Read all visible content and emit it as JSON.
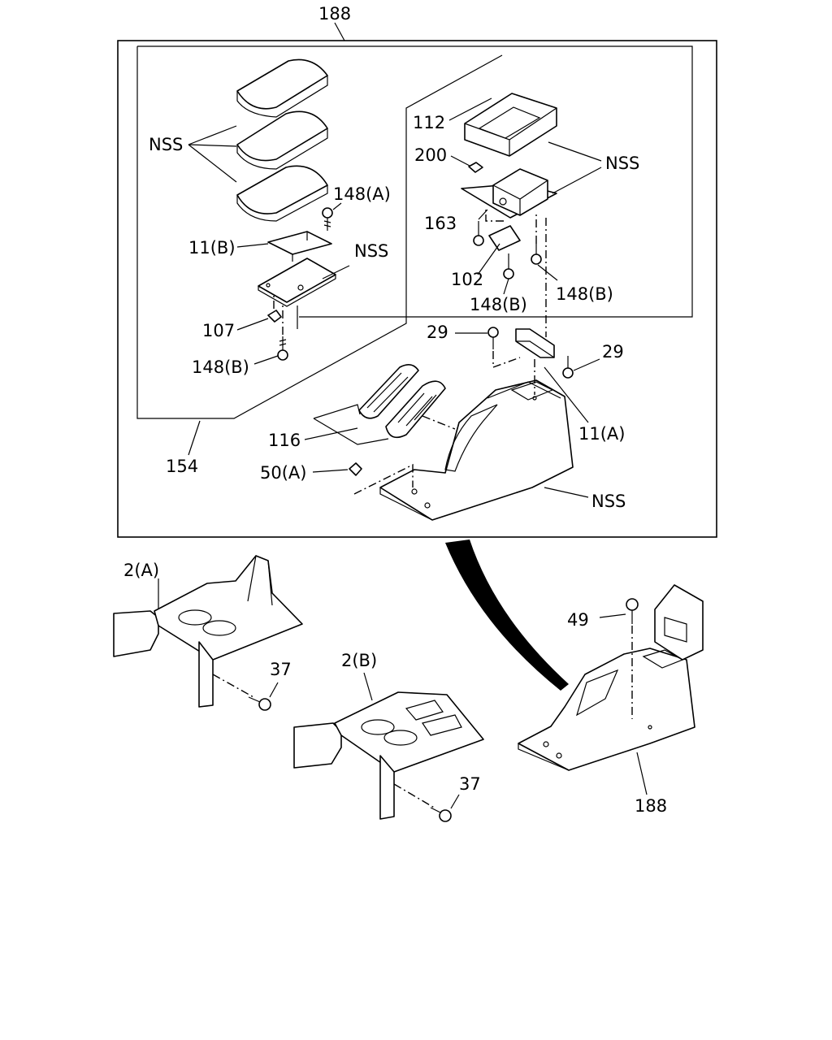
{
  "diagram": {
    "labels": {
      "l188_top": "188",
      "l112": "112",
      "l200": "200",
      "lnss_upper_right": "NSS",
      "l163": "163",
      "l102": "102",
      "l148b_a": "148(B)",
      "l148b_b": "148(B)",
      "lnss_upper_left": "NSS",
      "l148a": "148(A)",
      "l11b": "11(B)",
      "lnss_mid_left": "NSS",
      "l107": "107",
      "l148b_c": "148(B)",
      "l29_left": "29",
      "l29_right": "29",
      "l11a": "11(A)",
      "l116": "116",
      "l154": "154",
      "l50a": "50(A)",
      "lnss_lower": "NSS",
      "l2a": "2(A)",
      "l37_a": "37",
      "l2b": "2(B)",
      "l37_b": "37",
      "l49": "49",
      "l188_bottom": "188"
    }
  }
}
